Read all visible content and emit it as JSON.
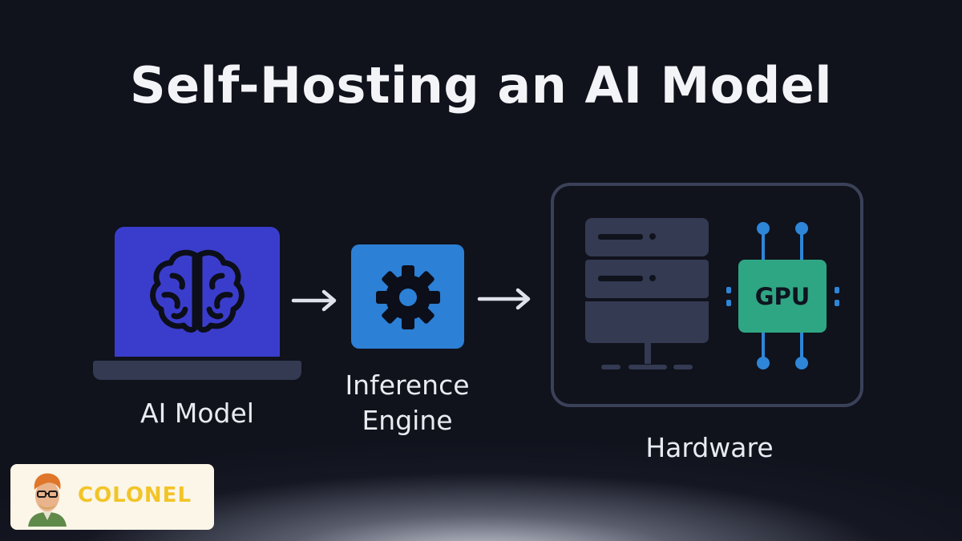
{
  "title": "Self-Hosting an AI Model",
  "nodes": {
    "model_label": "AI Model",
    "engine_label_line1": "Inference",
    "engine_label_line2": "Engine",
    "hardware_label": "Hardware",
    "gpu_text": "GPU"
  },
  "logo": {
    "text": "COLONEL"
  },
  "colors": {
    "background": "#10121c",
    "model_screen": "#3a3dcc",
    "engine_box": "#2c80d6",
    "gpu_chip": "#2fa683",
    "gpu_pins": "#2e86d8",
    "server": "#333a52",
    "logo_text": "#f2c428"
  },
  "icons": {
    "model": "brain-icon",
    "engine": "gear-icon",
    "server": "server-rack-icon",
    "gpu": "gpu-chip-icon",
    "arrow": "arrow-right-icon"
  }
}
